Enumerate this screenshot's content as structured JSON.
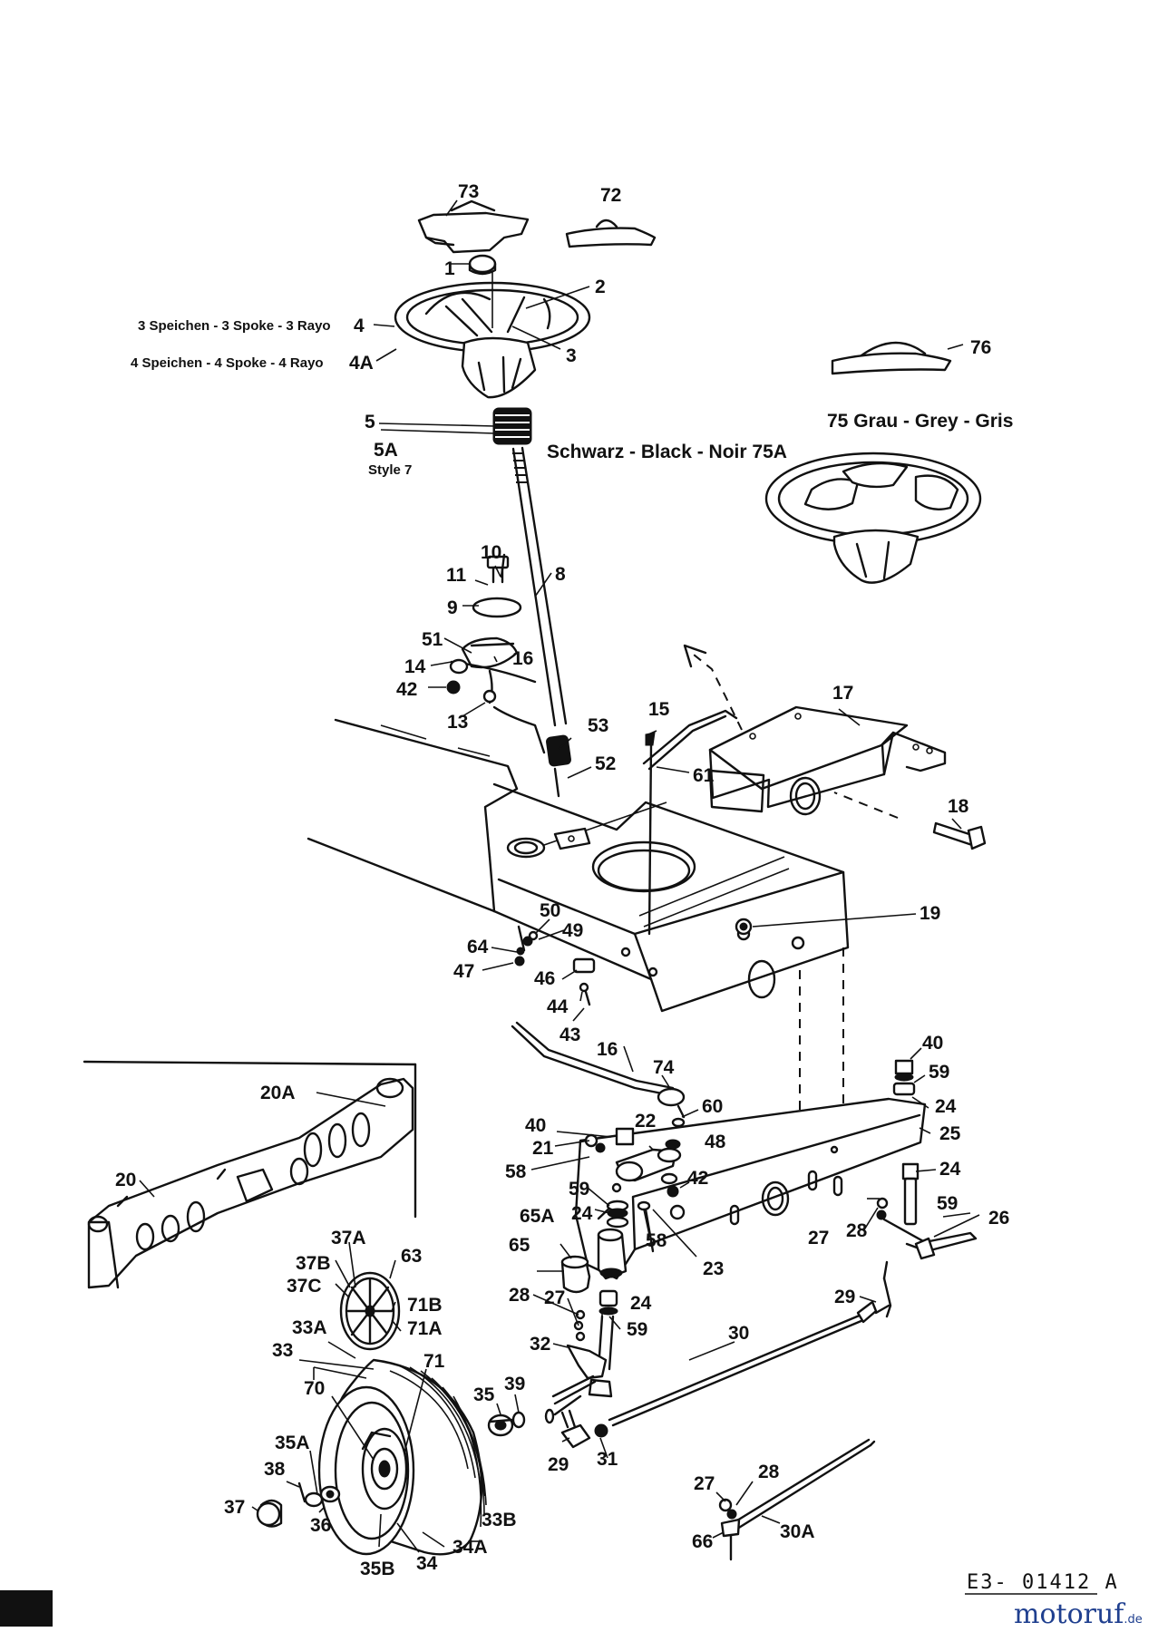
{
  "parts": {
    "p73": "73",
    "p72": "72",
    "p1": "1",
    "p2": "2",
    "p3": "3",
    "p4": "4",
    "p4A": "4A",
    "p76": "76",
    "p5": "5",
    "p5A": "5A",
    "p8": "8",
    "p10": "10",
    "p11": "11",
    "p9": "9",
    "p51": "51",
    "p14": "14",
    "p16a": "16",
    "p42a": "42",
    "p13": "13",
    "p53": "53",
    "p52": "52",
    "p15": "15",
    "p61": "61",
    "p17": "17",
    "p18": "18",
    "p19": "19",
    "p50": "50",
    "p49": "49",
    "p64": "64",
    "p47": "47",
    "p46": "46",
    "p44": "44",
    "p43": "43",
    "p16b": "16",
    "p74": "74",
    "p60": "60",
    "p40a": "40",
    "p59a": "59",
    "p24a": "24",
    "p25": "25",
    "p24b": "24",
    "p40b": "40",
    "p22": "22",
    "p48": "48",
    "p21": "21",
    "p58a": "58",
    "p42b": "42",
    "p59b": "59",
    "p24c": "24",
    "p58b": "58",
    "p27a": "27",
    "p28a": "28",
    "p59c": "59",
    "p26": "26",
    "p20A": "20A",
    "p20": "20",
    "p65A": "65A",
    "p65": "65",
    "p23": "23",
    "p37A": "37A",
    "p63": "63",
    "p37B": "37B",
    "p37C": "37C",
    "p71B": "71B",
    "p71A": "71A",
    "p28b": "28",
    "p27b": "27",
    "p24d": "24",
    "p59d": "59",
    "p29a": "29",
    "p33A": "33A",
    "p33": "33",
    "p32": "32",
    "p30": "30",
    "p71": "71",
    "p70": "70",
    "p35": "35",
    "p39": "39",
    "p35A": "35A",
    "p29b": "29",
    "p31": "31",
    "p38": "38",
    "p37": "37",
    "p36": "36",
    "p33B": "33B",
    "p34A": "34A",
    "p35B": "35B",
    "p34": "34",
    "p27c": "27",
    "p28c": "28",
    "p66": "66",
    "p30A": "30A"
  },
  "captions": {
    "spoke3": "3 Speichen - 3 Spoke - 3 Rayo",
    "spoke4": "4 Speichen - 4 Spoke - 4 Rayo",
    "style7": "Style 7",
    "grey": "75 Grau - Grey - Gris",
    "black": "Schwarz - Black - Noir 75A"
  },
  "footer": {
    "diagram_code": "E3- 01412 A",
    "brand_main": "motoruf",
    "brand_tld": ".de"
  }
}
